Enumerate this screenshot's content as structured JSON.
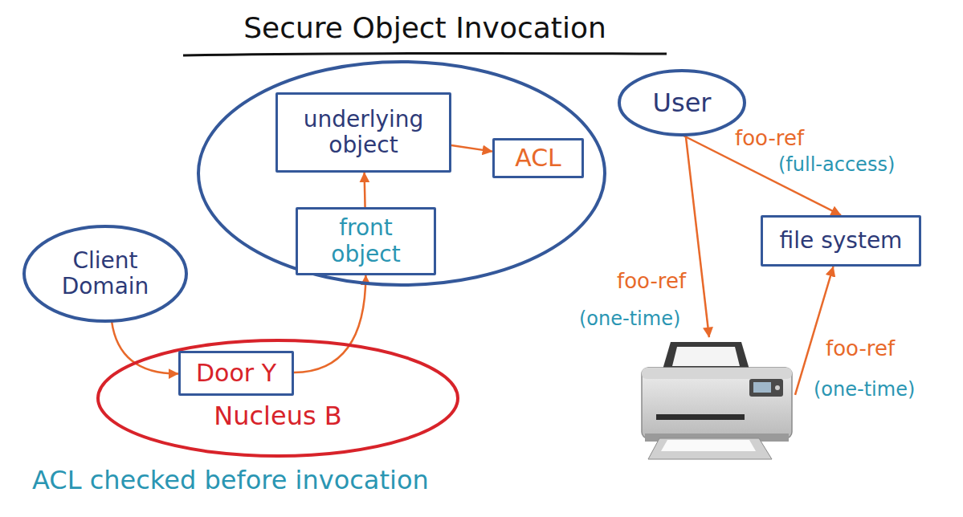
{
  "diagram": {
    "title": "Secure Object Invocation",
    "caption": "ACL checked before invocation",
    "nodes": [
      {
        "text": []
      },
      {
        "text": [
          "underlying object"
        ],
        "in": 0
      },
      {
        "text": [
          "ACL"
        ],
        "in": 0
      },
      {
        "text": [
          "front object"
        ],
        "in": 0
      },
      {
        "text": [
          "User"
        ]
      },
      {
        "text": [
          "file system"
        ]
      },
      {
        "text": [
          "Client Domain"
        ]
      },
      {
        "text": [
          "Nucleus B"
        ]
      },
      {
        "text": [
          "Door Y"
        ],
        "in": 7
      },
      {
        "text": []
      }
    ],
    "edges": [
      {
        "from": 1,
        "to": 2,
        "arrow": "to"
      },
      {
        "from": 3,
        "to": 1,
        "arrow": "to"
      },
      {
        "from": 6,
        "to": 8,
        "arrow": "to"
      },
      {
        "from": 8,
        "to": 3,
        "arrow": "to"
      },
      {
        "from": 4,
        "to": 5,
        "arrow": "to",
        "label": "foo-ref"
      },
      {
        "from": 4,
        "to": 9,
        "arrow": "to",
        "label": "foo-ref"
      },
      {
        "from": 9,
        "to": 5,
        "arrow": "to",
        "label": "foo-ref"
      }
    ],
    "labels": [
      "(full-access)",
      "(one-time)",
      "(one-time)"
    ]
  }
}
